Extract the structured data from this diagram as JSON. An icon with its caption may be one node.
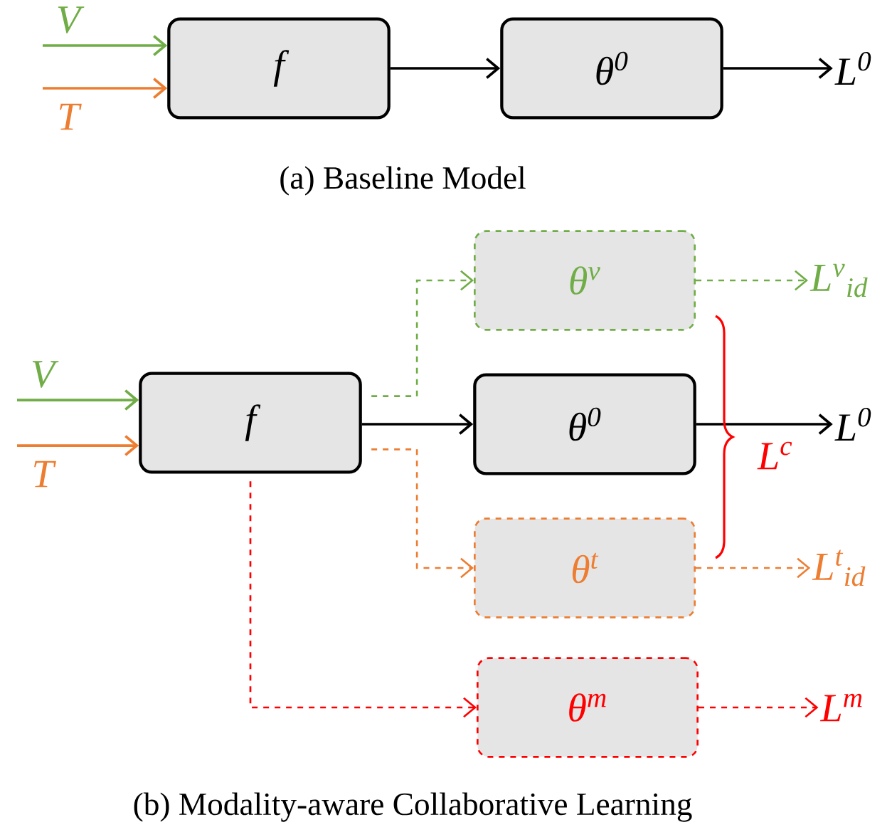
{
  "diagram": {
    "nodes": [
      {
        "text": [
          "f"
        ]
      },
      {
        "text": [
          "θ$^{0}$"
        ]
      },
      {
        "text": [
          "L$^{0}$"
        ]
      },
      {
        "text": [
          "f"
        ]
      },
      {
        "text": [
          "θ$^{v}$"
        ]
      },
      {
        "text": [
          "θ$^{0}$"
        ]
      },
      {
        "text": [
          "θ$^{t}$"
        ]
      },
      {
        "text": [
          "θ$^{m}$"
        ]
      },
      {
        "text": [
          "L$^{v}$$_{id}$"
        ]
      },
      {
        "text": [
          "L$^{0}$"
        ]
      },
      {
        "text": [
          "L$^{t}$$_{id}$"
        ]
      },
      {
        "text": [
          "L$^{m}$"
        ]
      }
    ],
    "edges": [
      {
        "from": null,
        "to": 0,
        "arrow": "to",
        "label": "V",
        "color": "#70ad47"
      },
      {
        "from": null,
        "to": 0,
        "arrow": "to",
        "label": "T",
        "color": "#ed7d31"
      },
      {
        "from": 0,
        "to": 1,
        "arrow": "to",
        "color": "#000000"
      },
      {
        "from": 1,
        "to": 2,
        "arrow": "to",
        "color": "#000000"
      },
      {
        "from": null,
        "to": 3,
        "arrow": "to",
        "label": "V",
        "color": "#70ad47"
      },
      {
        "from": null,
        "to": 3,
        "arrow": "to",
        "label": "T",
        "color": "#ed7d31"
      },
      {
        "from": 3,
        "to": 4,
        "arrow": "to",
        "style": "dashed",
        "color": "#70ad47"
      },
      {
        "from": 3,
        "to": 5,
        "arrow": "to",
        "color": "#000000"
      },
      {
        "from": 3,
        "to": 6,
        "arrow": "to",
        "style": "dashed",
        "color": "#ed7d31"
      },
      {
        "from": 3,
        "to": 7,
        "arrow": "to",
        "style": "dashed",
        "color": "#ff0000"
      },
      {
        "from": 4,
        "to": 8,
        "arrow": "to",
        "style": "dashed",
        "color": "#70ad47"
      },
      {
        "from": 5,
        "to": 9,
        "arrow": "to",
        "color": "#000000"
      },
      {
        "from": 6,
        "to": 10,
        "arrow": "to",
        "style": "dashed",
        "color": "#ed7d31"
      },
      {
        "from": 7,
        "to": 11,
        "arrow": "to",
        "style": "dashed",
        "color": "#ff0000"
      }
    ],
    "labels": [
      "(a) Baseline Model",
      "L$^{c}$",
      "(b) Modality-aware Collaborative Learning"
    ]
  }
}
